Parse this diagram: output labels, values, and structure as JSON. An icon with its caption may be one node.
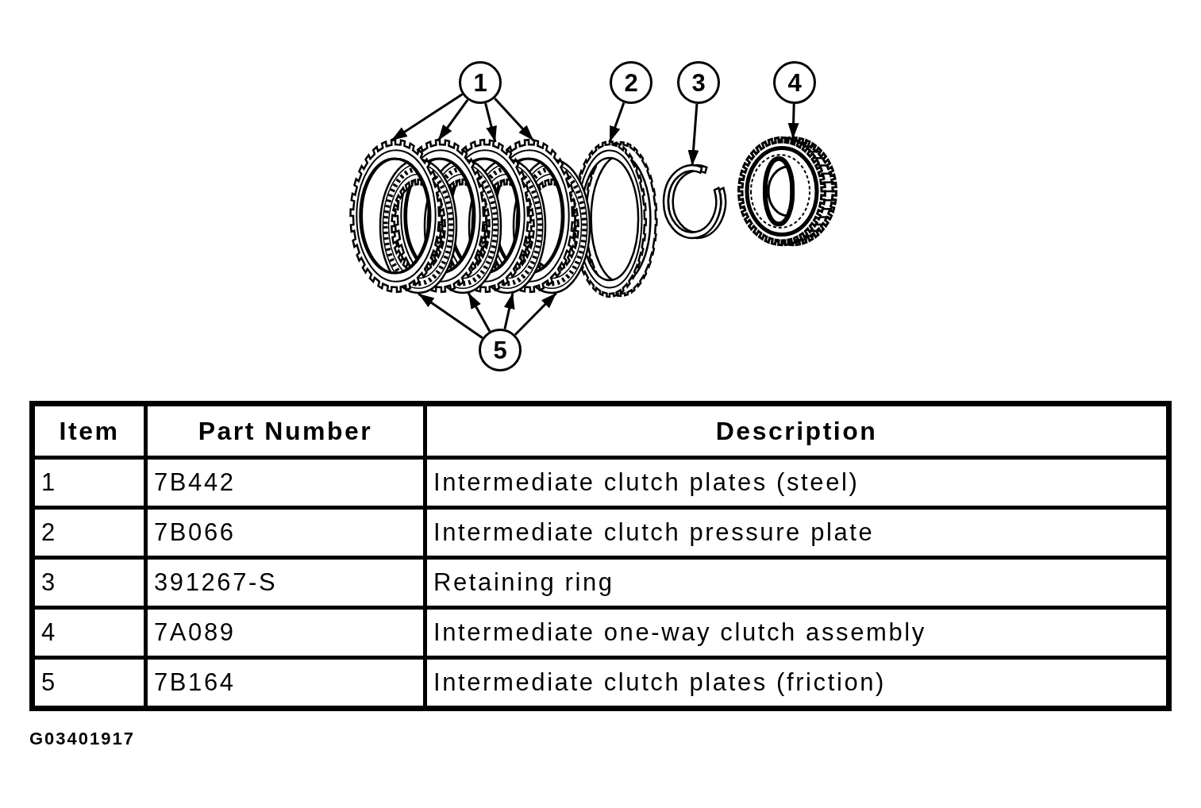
{
  "diagram": {
    "nodes": [
      {
        "text": [
          "1"
        ]
      },
      {
        "text": [
          "2"
        ]
      },
      {
        "text": [
          "3"
        ]
      },
      {
        "text": [
          "4"
        ]
      },
      {
        "text": [
          "5"
        ]
      },
      {
        "text": [],
        "shape": "picture"
      },
      {
        "text": [],
        "shape": "picture"
      },
      {
        "text": [],
        "shape": "picture"
      },
      {
        "text": [],
        "shape": "picture"
      },
      {
        "text": [],
        "shape": "picture"
      },
      {
        "text": [],
        "shape": "picture"
      },
      {
        "text": [],
        "shape": "picture"
      },
      {
        "text": [],
        "shape": "picture"
      },
      {
        "text": [],
        "shape": "picture"
      },
      {
        "text": [],
        "shape": "picture"
      },
      {
        "text": [],
        "shape": "picture"
      }
    ],
    "edges": [
      {
        "from": 0,
        "to": 5,
        "arrow": "to"
      },
      {
        "from": 0,
        "to": 6,
        "arrow": "to"
      },
      {
        "from": 0,
        "to": 7,
        "arrow": "to"
      },
      {
        "from": 0,
        "to": 8,
        "arrow": "to"
      },
      {
        "from": 1,
        "to": 13,
        "arrow": "to"
      },
      {
        "from": 2,
        "to": 14,
        "arrow": "to"
      },
      {
        "from": 3,
        "to": 15,
        "arrow": "to"
      },
      {
        "from": 4,
        "to": 9,
        "arrow": "to"
      },
      {
        "from": 4,
        "to": 10,
        "arrow": "to"
      },
      {
        "from": 4,
        "to": 11,
        "arrow": "to"
      },
      {
        "from": 4,
        "to": 12,
        "arrow": "to"
      }
    ],
    "labels": [
      "Item",
      "Part Number",
      "Description",
      "1",
      "7B442",
      "Intermediate clutch plates (steel)",
      "2",
      "7B066",
      "Intermediate clutch pressure plate",
      "3",
      "391267-S",
      "Retaining ring",
      "4",
      "7A089",
      "Intermediate one-way clutch assembly",
      "5",
      "7B164",
      "Intermediate clutch plates (friction)",
      "G03401917"
    ]
  }
}
